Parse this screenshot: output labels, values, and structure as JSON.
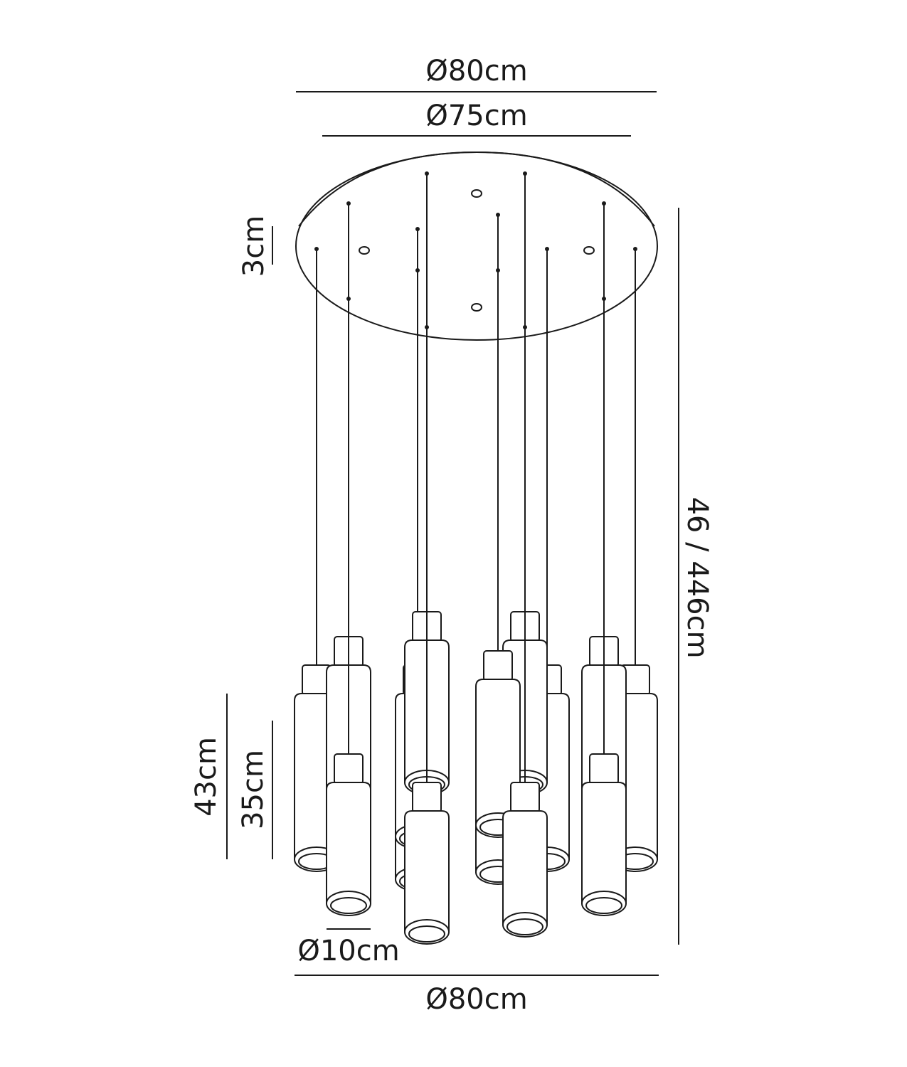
{
  "dimensions": {
    "top_outer_diameter": "Ø80cm",
    "top_inner_diameter": "Ø75cm",
    "canopy_thickness": "3cm",
    "overall_height": "46 / 446cm",
    "shade_height_long": "43cm",
    "shade_height_short": "35cm",
    "shade_diameter": "Ø10cm",
    "bottom_diameter": "Ø80cm"
  },
  "colors": {
    "line": "#1a1a1a",
    "background": "#ffffff"
  }
}
